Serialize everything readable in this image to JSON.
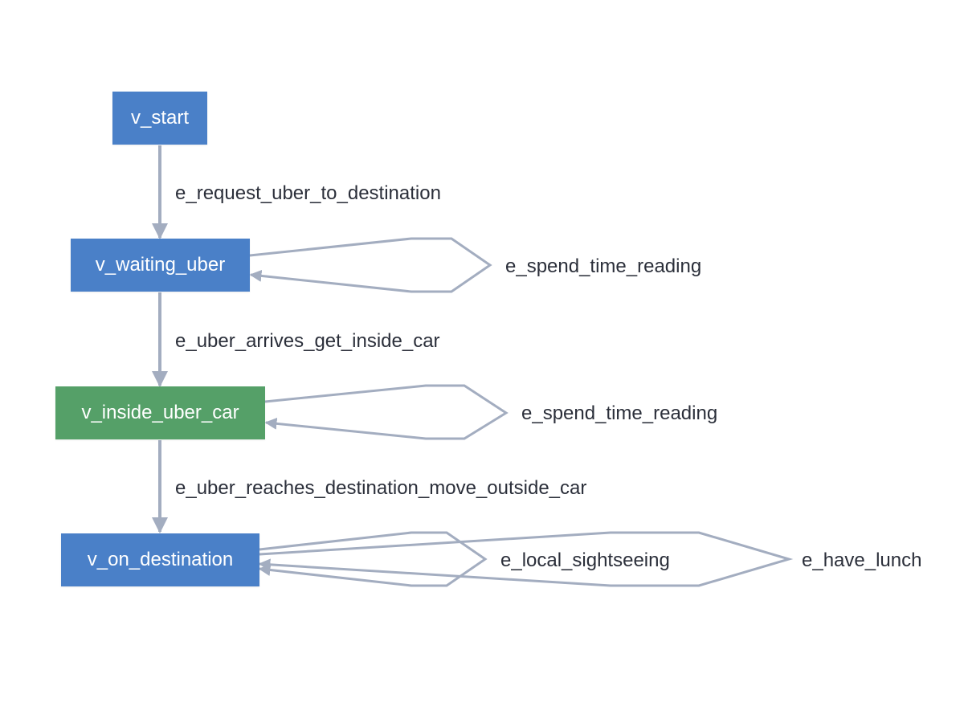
{
  "colors": {
    "node_default": "#4a80c8",
    "node_active": "#55a068",
    "edge": "#a3adc0",
    "label_text": "#2b2f3a"
  },
  "nodes": {
    "start": {
      "label": "v_start",
      "state": "default"
    },
    "waiting_uber": {
      "label": "v_waiting_uber",
      "state": "default"
    },
    "inside_uber_car": {
      "label": "v_inside_uber_car",
      "state": "active"
    },
    "on_destination": {
      "label": "v_on_destination",
      "state": "default"
    }
  },
  "edges": {
    "request_uber": {
      "label": "e_request_uber_to_destination",
      "from": "v_start",
      "to": "v_waiting_uber"
    },
    "uber_arrives": {
      "label": "e_uber_arrives_get_inside_car",
      "from": "v_waiting_uber",
      "to": "v_inside_uber_car"
    },
    "uber_reaches": {
      "label": "e_uber_reaches_destination_move_outside_car",
      "from": "v_inside_uber_car",
      "to": "v_on_destination"
    },
    "waiting_reading": {
      "label": "e_spend_time_reading",
      "from": "v_waiting_uber",
      "to": "v_waiting_uber"
    },
    "car_reading": {
      "label": "e_spend_time_reading",
      "from": "v_inside_uber_car",
      "to": "v_inside_uber_car"
    },
    "local_sightseeing": {
      "label": "e_local_sightseeing",
      "from": "v_on_destination",
      "to": "v_on_destination"
    },
    "have_lunch": {
      "label": "e_have_lunch",
      "from": "v_on_destination",
      "to": "v_on_destination"
    }
  }
}
